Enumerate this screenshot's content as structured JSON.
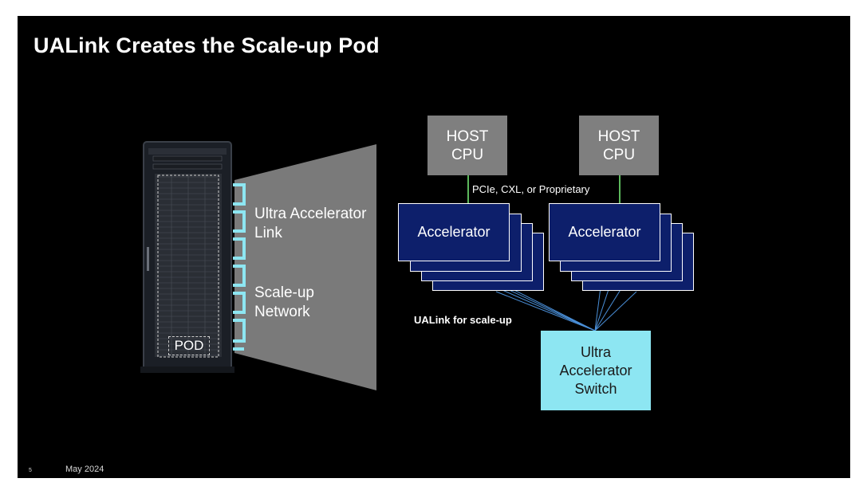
{
  "slide": {
    "title": "UALink Creates the Scale-up Pod",
    "footer_page": "5",
    "footer_date": "May 2024"
  },
  "pod": {
    "label": "POD",
    "link_line1": "Ultra Accelerator",
    "link_line2": "Link",
    "network_line1": "Scale-up",
    "network_line2": "Network"
  },
  "diagram": {
    "host_left": {
      "line1": "HOST",
      "line2": "CPU"
    },
    "host_right": {
      "line1": "HOST",
      "line2": "CPU"
    },
    "host_link_label": "PCIe, CXL, or Proprietary",
    "accelerator_left": "Accelerator",
    "accelerator_right": "Accelerator",
    "ualink_label": "UALink for scale-up",
    "switch": {
      "line1": "Ultra",
      "line2": "Accelerator",
      "line3": "Switch"
    }
  },
  "colors": {
    "background": "#000000",
    "host": "#7f7f7f",
    "accelerator": "#0d1f6b",
    "switch": "#8de6f2",
    "ualink_bracket": "#8de6f2",
    "host_link": "#5cb85c",
    "ualink_lines": "#4a8fd8"
  }
}
